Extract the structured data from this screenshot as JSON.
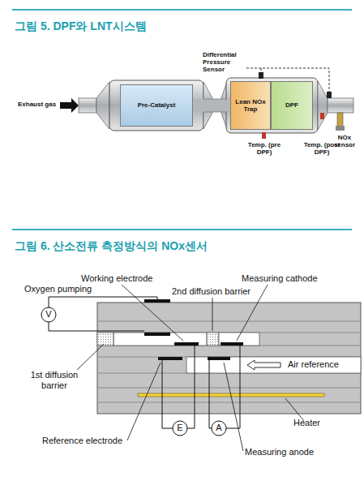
{
  "diagram": {
    "title": "그림 5. DPF와 LNT시스템",
    "nodes": [
      {
        "text": [
          "Pre-Catalyst"
        ]
      },
      {
        "text": [
          "Lean NOx Trap"
        ]
      },
      {
        "text": [
          "DPF"
        ]
      }
    ],
    "edges": [
      {
        "from": 0,
        "to": 1,
        "arrow": "none"
      }
    ],
    "labels": [
      "Exhaust gas",
      "Differential Pressure Sensor",
      "Temp. (pre DPF)",
      "Temp. (post DPF)",
      "NOx sensor",
      "그림 6. 산소전류 측정방식의 NOx센서",
      "Working electrode",
      "2nd diffusion barrier",
      "Measuring cathode",
      "Oxygen pumping",
      "V",
      "1st diffusion barrier",
      "Air reference",
      "Heater",
      "Reference electrode",
      "E",
      "A",
      "Measuring anode"
    ]
  }
}
